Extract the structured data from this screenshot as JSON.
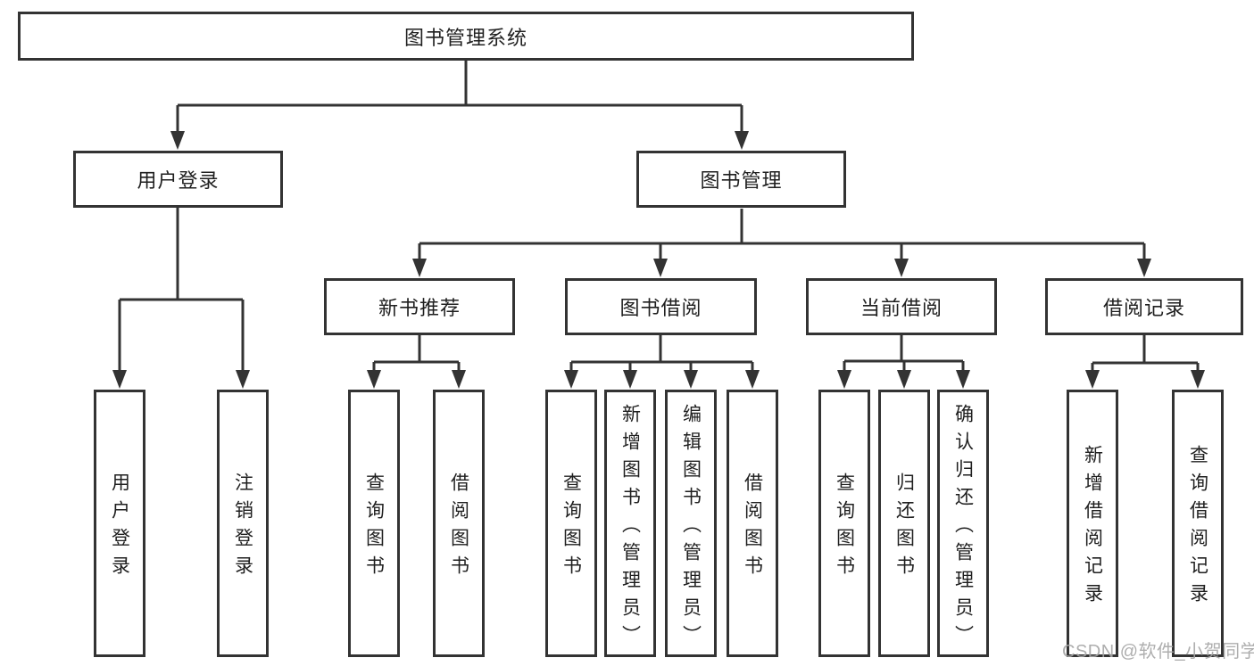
{
  "tree": {
    "label": "图书管理系统",
    "children": [
      {
        "label": "用户登录",
        "children": [
          {
            "label": "用户登录"
          },
          {
            "label": "注销登录"
          }
        ]
      },
      {
        "label": "图书管理",
        "children": [
          {
            "label": "新书推荐",
            "children": [
              {
                "label": "查询图书"
              },
              {
                "label": "借阅图书"
              }
            ]
          },
          {
            "label": "图书借阅",
            "children": [
              {
                "label": "查询图书"
              },
              {
                "label": "新增图书（管理员）"
              },
              {
                "label": "编辑图书（管理员）"
              },
              {
                "label": "借阅图书"
              }
            ]
          },
          {
            "label": "当前借阅",
            "children": [
              {
                "label": "查询图书"
              },
              {
                "label": "归还图书"
              },
              {
                "label": "确认归还（管理员）"
              }
            ]
          },
          {
            "label": "借阅记录",
            "children": [
              {
                "label": "新增借阅记录"
              },
              {
                "label": "查询借阅记录"
              }
            ]
          }
        ]
      }
    ]
  },
  "watermark": {
    "text": "CSDN @软件_小贺同学",
    "color": "#a5a5a5"
  },
  "colors": {
    "line": "#333333",
    "text": "#1f1f1f",
    "background": "#ffffff"
  }
}
